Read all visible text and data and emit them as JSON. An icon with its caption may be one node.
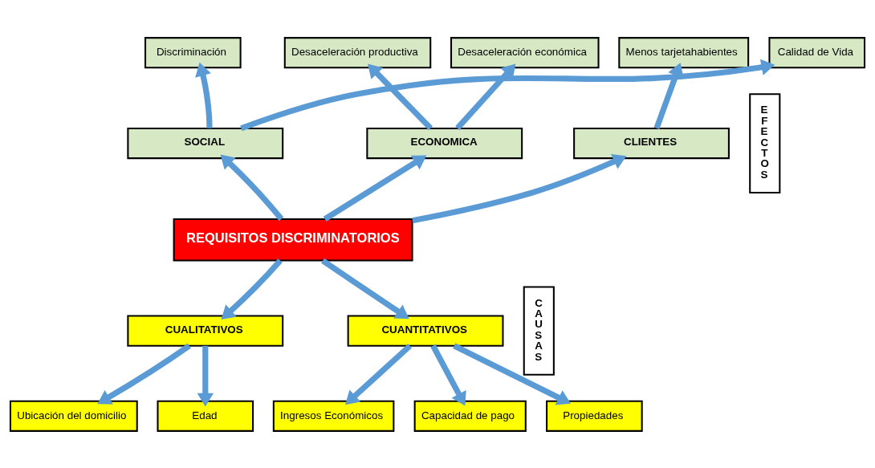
{
  "diagram": {
    "nodes": [
      {
        "text": [
          "Discriminación"
        ]
      },
      {
        "text": [
          "Calidad de Vida"
        ]
      },
      {
        "text": [
          "Desaceleración productiva"
        ]
      },
      {
        "text": [
          "Desaceleración económica"
        ]
      },
      {
        "text": [
          "Menos tarjetahabientes"
        ]
      },
      {
        "text": [
          "SOCIAL"
        ]
      },
      {
        "text": [
          "ECONOMICA"
        ]
      },
      {
        "text": [
          "CLIENTES"
        ]
      },
      {
        "text": [
          "REQUISITOS DISCRIMINATORIOS"
        ]
      },
      {
        "text": [
          "CUALITATIVOS"
        ]
      },
      {
        "text": [
          "CUANTITATIVOS"
        ]
      },
      {
        "text": [
          "Ubicación del domicilio"
        ]
      },
      {
        "text": [
          "Edad"
        ]
      },
      {
        "text": [
          "Ingresos Económicos"
        ]
      },
      {
        "text": [
          "Capacidad de pago"
        ]
      },
      {
        "text": [
          "Propiedades"
        ]
      },
      {
        "text": [
          "EFECTOS"
        ]
      },
      {
        "text": [
          "CAUSAS"
        ]
      }
    ],
    "edges": [
      {
        "from": 8,
        "to": 5,
        "arrow": "to"
      },
      {
        "from": 8,
        "to": 6,
        "arrow": "to"
      },
      {
        "from": 8,
        "to": 7,
        "arrow": "to"
      },
      {
        "from": 5,
        "to": 0,
        "arrow": "to"
      },
      {
        "from": 5,
        "to": 1,
        "arrow": "to"
      },
      {
        "from": 6,
        "to": 2,
        "arrow": "to"
      },
      {
        "from": 6,
        "to": 3,
        "arrow": "to"
      },
      {
        "from": 7,
        "to": 4,
        "arrow": "to"
      },
      {
        "from": 8,
        "to": 9,
        "arrow": "to"
      },
      {
        "from": 8,
        "to": 10,
        "arrow": "to"
      },
      {
        "from": 9,
        "to": 11,
        "arrow": "to"
      },
      {
        "from": 9,
        "to": 12,
        "arrow": "to"
      },
      {
        "from": 10,
        "to": 13,
        "arrow": "to"
      },
      {
        "from": 10,
        "to": 14,
        "arrow": "to"
      },
      {
        "from": 10,
        "to": 15,
        "arrow": "to"
      }
    ]
  }
}
